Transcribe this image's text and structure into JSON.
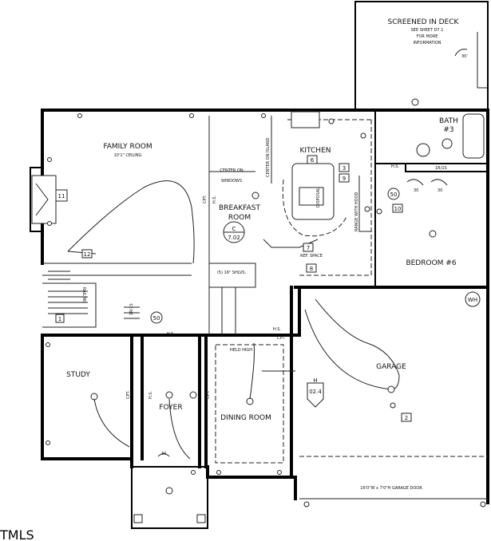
{
  "rooms": {
    "screened_deck": {
      "name": "SCREENED IN DECK",
      "note1": "SEE SHEET D7.1",
      "note2": "FOR MORE",
      "note3": "INFORMATION"
    },
    "family_room": {
      "name": "FAMILY ROOM",
      "note": "10'1\" CEILING"
    },
    "kitchen": {
      "name": "KITCHEN"
    },
    "breakfast_room": {
      "line1": "BREAKFAST",
      "line2": "ROOM"
    },
    "bath3": {
      "line1": "BATH",
      "line2": "#3"
    },
    "bedroom6": {
      "name": "BEDROOM #6"
    },
    "study": {
      "name": "STUDY"
    },
    "foyer": {
      "name": "FOYER"
    },
    "dining_room": {
      "name": "DINING ROOM"
    },
    "garage": {
      "name": "GARAGE",
      "door": "16'0\"W x 7'0\"H GARAGE DOOR"
    }
  },
  "annotations": {
    "center_windows_1": "CENTER ON",
    "center_windows_2": "WINDOWS",
    "center_island": "CENTER ON ISLAND",
    "shelves": "(5) 16\" SHLVS.",
    "ref_space": "REF. SPACE",
    "range_hood": "RANGE WITH HOOD",
    "disposal": "DISPOSAL",
    "railing": "RAILING",
    "held_high": "HELD HIGH",
    "cpt": "CPT.",
    "hs": "H.S.",
    "dim_1r1s": "1R/1S",
    "wh": "WH",
    "angle_30": "30'",
    "angle_50": "50",
    "angle_30b": "30",
    "watermark": "TMLS"
  },
  "section_tags": [
    {
      "letter": "C",
      "number": "7.02"
    },
    {
      "letter": "H",
      "number": "02.4"
    }
  ],
  "fixture_tags": [
    "1",
    "11",
    "12",
    "6",
    "3",
    "9",
    "8",
    "10",
    "2",
    "7"
  ]
}
